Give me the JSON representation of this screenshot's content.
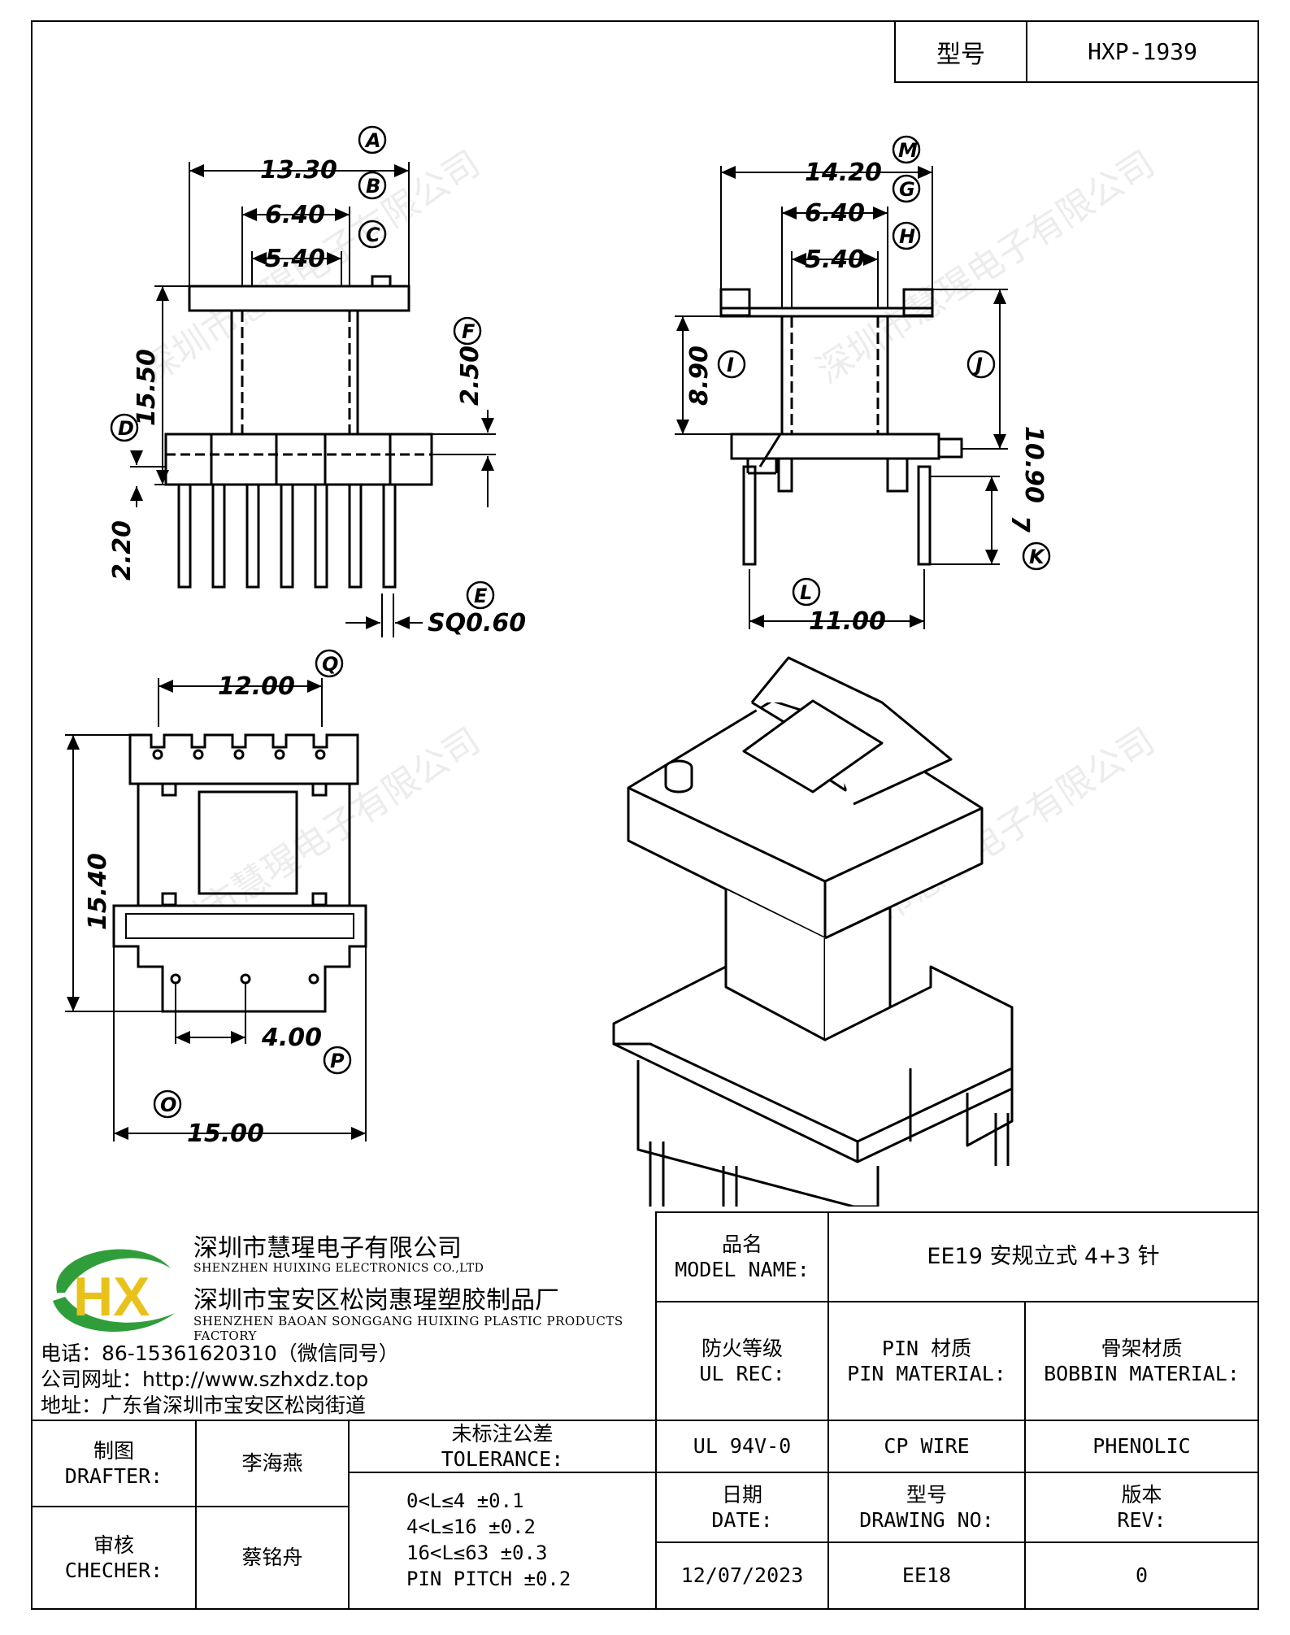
{
  "header": {
    "model_label": "型号",
    "model_value": "HXP-1939"
  },
  "drawing": {
    "front": {
      "dims": [
        "13.30",
        "6.40",
        "5.40",
        "15.50",
        "2.50",
        "2.20",
        "SQ0.60"
      ],
      "circles": [
        "A",
        "B",
        "C",
        "D",
        "F",
        "E"
      ]
    },
    "side": {
      "dims": [
        "14.20",
        "6.40",
        "5.40",
        "8.90",
        "10.90",
        "7",
        "11.00"
      ],
      "circles": [
        "M",
        "G",
        "H",
        "I",
        "J",
        "K",
        "L"
      ]
    },
    "top": {
      "dims": [
        "12.00",
        "15.40",
        "4.00",
        "15.00"
      ],
      "circles": [
        "Q",
        "P",
        "O"
      ]
    }
  },
  "watermark": "深圳市慧瑆电子有限公司",
  "company": {
    "name_cn": "深圳市慧瑆电子有限公司",
    "name_en": "SHENZHEN HUIXING ELECTRONICS CO.,LTD",
    "factory_cn": "深圳市宝安区松岗惠瑆塑胶制品厂",
    "factory_en": "SHENZHEN BAOAN SONGGANG HUIXING PLASTIC PRODUCTS FACTORY",
    "phone": "电话：86-15361620310（微信同号）",
    "website": "公司网址：http://www.szhxdz.top",
    "address": "地址：广东省深圳市宝安区松岗街道",
    "logo_text": "HX"
  },
  "title_block": {
    "model_name_cn": "品名",
    "model_name_en": "MODEL NAME:",
    "model_name_value": "EE19 安规立式 4+3 针",
    "ul_cn": "防火等级",
    "ul_en": "UL REC:",
    "pin_cn": "PIN 材质",
    "pin_en": "PIN MATERIAL:",
    "bobbin_cn": "骨架材质",
    "bobbin_en": "BOBBIN MATERIAL:",
    "ul_value": "UL 94V-0",
    "pin_value": "CP WIRE",
    "bobbin_value": "PHENOLIC",
    "drafter_cn": "制图",
    "drafter_en": "DRAFTER:",
    "drafter_name": "李海燕",
    "checker_cn": "审核",
    "checker_en": "CHECHER:",
    "checker_name": "蔡铭舟",
    "tolerance_cn": "未标注公差",
    "tolerance_en": "TOLERANCE:",
    "tolerances": [
      "0<L≤4  ±0.1",
      "4<L≤16 ±0.2",
      "16<L≤63 ±0.3",
      "PIN PITCH ±0.2"
    ],
    "date_cn": "日期",
    "date_en": "DATE:",
    "date_value": "12/07/2023",
    "drawing_no_cn": "型号",
    "drawing_no_en": "DRAWING NO:",
    "drawing_no_value": "EE18",
    "rev_cn": "版本",
    "rev_en": "REV:",
    "rev_value": "0"
  }
}
